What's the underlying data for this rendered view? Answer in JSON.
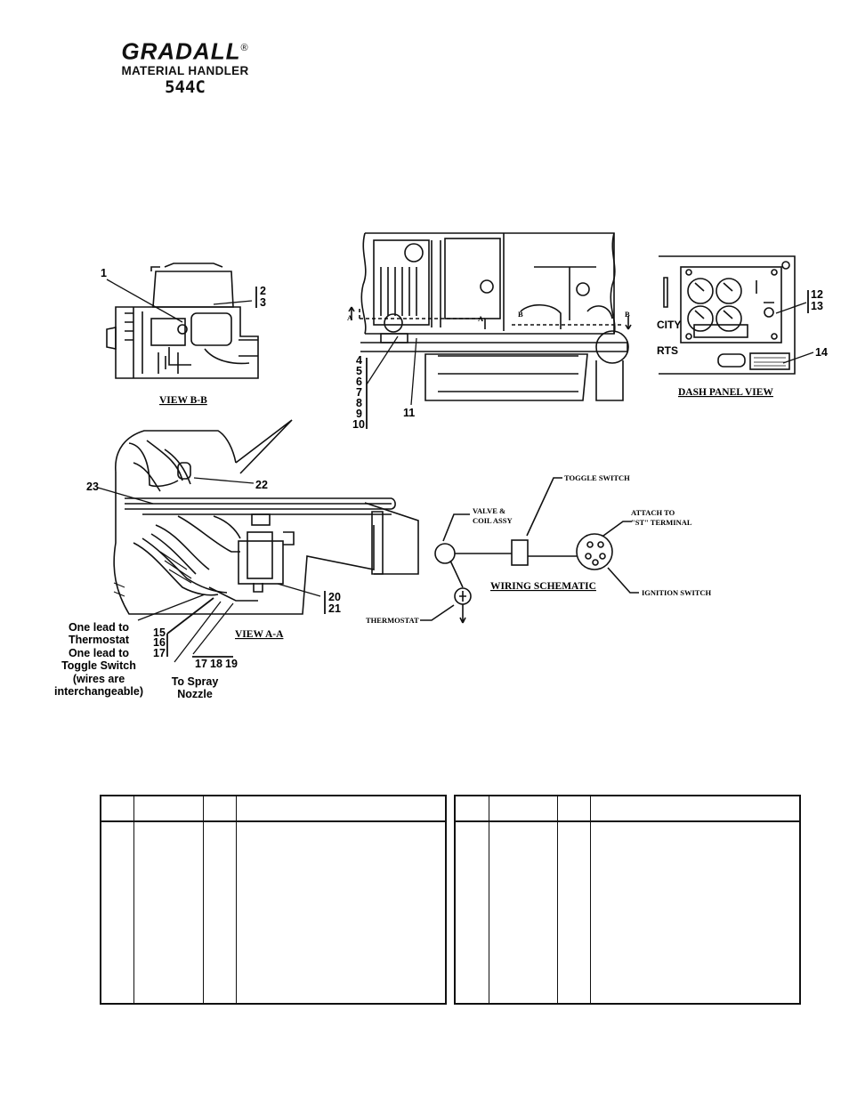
{
  "header": {
    "brand": "GRADALL",
    "registered_mark": "®",
    "subtitle": "MATERIAL HANDLER",
    "model": "544C"
  },
  "views": {
    "view_bb": "VIEW B-B",
    "dash_panel_view": "DASH PANEL VIEW",
    "view_aa": "VIEW A-A",
    "wiring_schematic": "WIRING SCHEMATIC"
  },
  "callouts": {
    "c1": "1",
    "c2": "2",
    "c3": "3",
    "c4": "4",
    "c5": "5",
    "c6": "6",
    "c7": "7",
    "c8": "8",
    "c9": "9",
    "c10": "10",
    "c11": "11",
    "c12": "12",
    "c13": "13",
    "c14": "14",
    "c15": "15",
    "c16": "16",
    "c17": "17",
    "c17b": "17",
    "c18": "18",
    "c19": "19",
    "c20": "20",
    "c21": "21",
    "c22": "22",
    "c23": "23"
  },
  "section_marks": {
    "a": "A",
    "b": "B"
  },
  "dash_text": {
    "city": "CITY",
    "rts": "RTS"
  },
  "schematic": {
    "toggle_switch": "TOGGLE SWITCH",
    "valve_coil_line1": "VALVE &",
    "valve_coil_line2": "COIL ASSY",
    "attach_line1": "ATTACH TO",
    "attach_line2": "\"ST\" TERMINAL",
    "ignition_switch": "IGNITION SWITCH",
    "thermostat": "THERMOSTAT"
  },
  "notes": {
    "wire_note": [
      "One lead to",
      "Thermostat",
      "One lead to",
      "Toggle Switch",
      "(wires are",
      "interchangeable)"
    ],
    "spray_note": [
      "To Spray",
      "Nozzle"
    ]
  }
}
